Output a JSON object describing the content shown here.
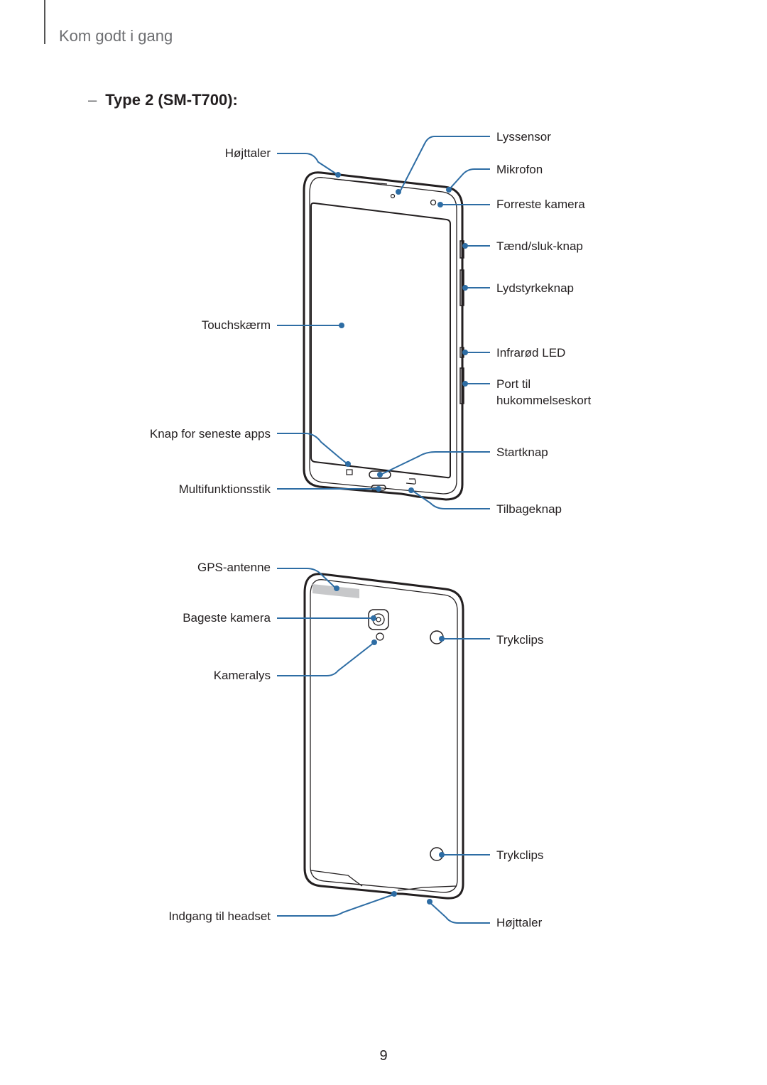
{
  "header": {
    "section_title": "Kom godt i gang"
  },
  "subtitle": {
    "dash": "–",
    "text": "Type 2 (SM-T700):"
  },
  "front_view": {
    "left_labels": {
      "speaker": "Højttaler",
      "touchscreen": "Touchskærm",
      "recent_apps": "Knap for seneste apps",
      "multipurpose_jack": "Multifunktionsstik"
    },
    "right_labels": {
      "light_sensor": "Lyssensor",
      "microphone": "Mikrofon",
      "front_camera": "Forreste kamera",
      "power_key": "Tænd/sluk-knap",
      "volume_key": "Lydstyrkeknap",
      "ir_led": "Infrarød LED",
      "memory_card_line1": "Port til",
      "memory_card_line2": "hukommelseskort",
      "home_key": "Startknap",
      "back_key": "Tilbageknap"
    }
  },
  "back_view": {
    "left_labels": {
      "gps_antenna": "GPS-antenne",
      "rear_camera": "Bageste kamera",
      "flash": "Kameralys",
      "headset_jack": "Indgang til headset"
    },
    "right_labels": {
      "clip_top": "Trykclips",
      "clip_bottom": "Trykclips",
      "speaker": "Højttaler"
    }
  },
  "colors": {
    "callout": "#2e6da4",
    "outline": "#231f20"
  },
  "page_number": "9"
}
